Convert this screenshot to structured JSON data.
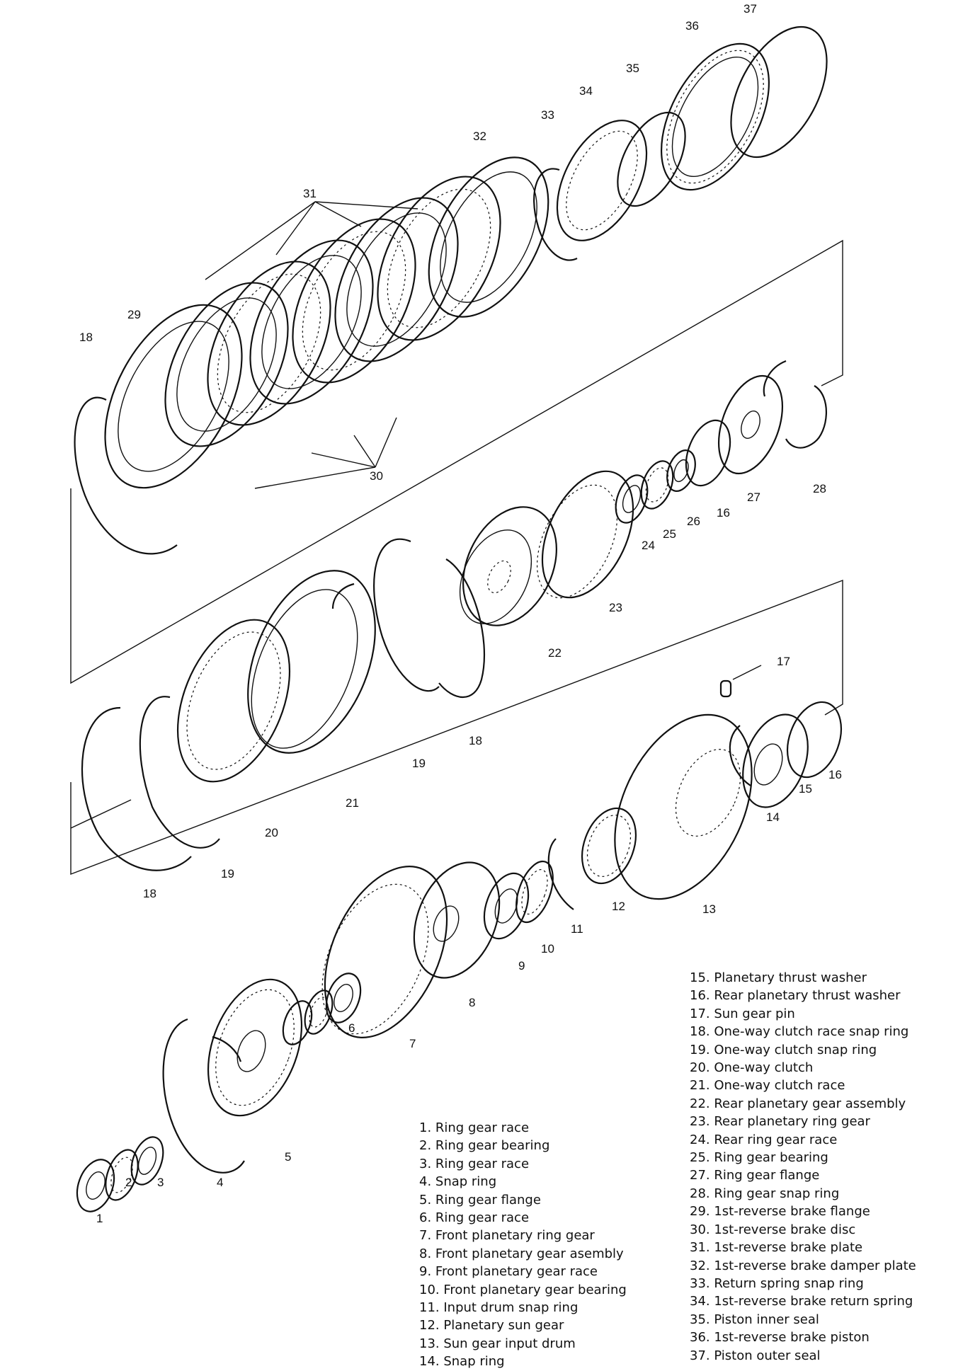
{
  "callouts": [
    "1",
    "2",
    "3",
    "4",
    "5",
    "6",
    "7",
    "8",
    "9",
    "10",
    "11",
    "12",
    "13",
    "14",
    "15",
    "16",
    "17",
    "18",
    "19",
    "20",
    "21",
    "22",
    "23",
    "24",
    "25",
    "26",
    "27",
    "28",
    "29",
    "30",
    "31",
    "32",
    "33",
    "34",
    "35",
    "36",
    "37"
  ],
  "legend_left": [
    "1. Ring gear race",
    "2. Ring gear bearing",
    "3. Ring gear race",
    "4. Snap ring",
    "5. Ring gear flange",
    "6. Ring gear race",
    "7. Front planetary ring gear",
    "8. Front planetary gear asembly",
    "9. Front planetary gear race",
    "10. Front planetary gear bearing",
    "11. Input drum snap ring",
    "12. Planetary sun gear",
    "13. Sun gear input drum",
    "14. Snap ring"
  ],
  "legend_right": [
    "15. Planetary thrust washer",
    "16. Rear planetary thrust washer",
    "17. Sun gear pin",
    "18. One-way clutch race snap ring",
    "19. One-way clutch snap ring",
    "20. One-way clutch",
    "21. One-way clutch race",
    "22. Rear planetary gear assembly",
    "23. Rear planetary ring gear",
    "24. Rear ring gear race",
    "25. Ring gear bearing",
    "27. Ring gear flange",
    "28. Ring gear snap ring",
    "29. 1st-reverse brake flange",
    "30. 1st-reverse brake disc",
    "31. 1st-reverse brake plate",
    "32. 1st-reverse brake damper plate",
    "33. Return spring snap ring",
    "34. 1st-reverse brake return spring",
    "35. Piston inner seal",
    "36. 1st-reverse brake piston",
    "37. Piston outer seal"
  ]
}
